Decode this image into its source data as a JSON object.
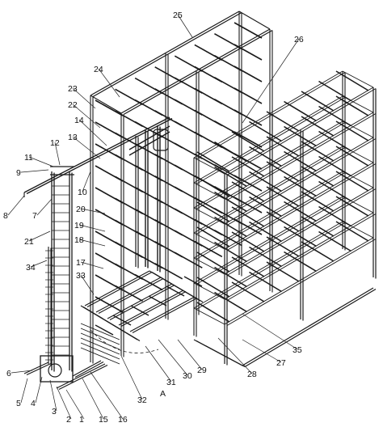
{
  "callouts": [
    {
      "n": "1",
      "label": "1"
    },
    {
      "n": "2",
      "label": "2"
    },
    {
      "n": "3",
      "label": "3"
    },
    {
      "n": "4",
      "label": "4"
    },
    {
      "n": "5",
      "label": "5"
    },
    {
      "n": "6",
      "label": "6"
    },
    {
      "n": "7",
      "label": "7"
    },
    {
      "n": "8",
      "label": "8"
    },
    {
      "n": "9",
      "label": "9"
    },
    {
      "n": "10",
      "label": "10"
    },
    {
      "n": "11",
      "label": "11"
    },
    {
      "n": "12",
      "label": "12"
    },
    {
      "n": "13",
      "label": "13"
    },
    {
      "n": "14",
      "label": "14"
    },
    {
      "n": "15",
      "label": "15"
    },
    {
      "n": "16",
      "label": "16"
    },
    {
      "n": "17",
      "label": "17"
    },
    {
      "n": "18",
      "label": "18"
    },
    {
      "n": "19",
      "label": "19"
    },
    {
      "n": "20",
      "label": "20"
    },
    {
      "n": "21",
      "label": "21"
    },
    {
      "n": "22",
      "label": "22"
    },
    {
      "n": "23",
      "label": "23"
    },
    {
      "n": "24",
      "label": "24"
    },
    {
      "n": "25",
      "label": "25"
    },
    {
      "n": "26",
      "label": "26"
    },
    {
      "n": "27",
      "label": "27"
    },
    {
      "n": "28",
      "label": "28"
    },
    {
      "n": "29",
      "label": "29"
    },
    {
      "n": "30",
      "label": "30"
    },
    {
      "n": "31",
      "label": "31"
    },
    {
      "n": "32",
      "label": "32"
    },
    {
      "n": "33",
      "label": "33"
    },
    {
      "n": "34",
      "label": "34"
    },
    {
      "n": "35",
      "label": "35"
    }
  ],
  "view_label": "A"
}
